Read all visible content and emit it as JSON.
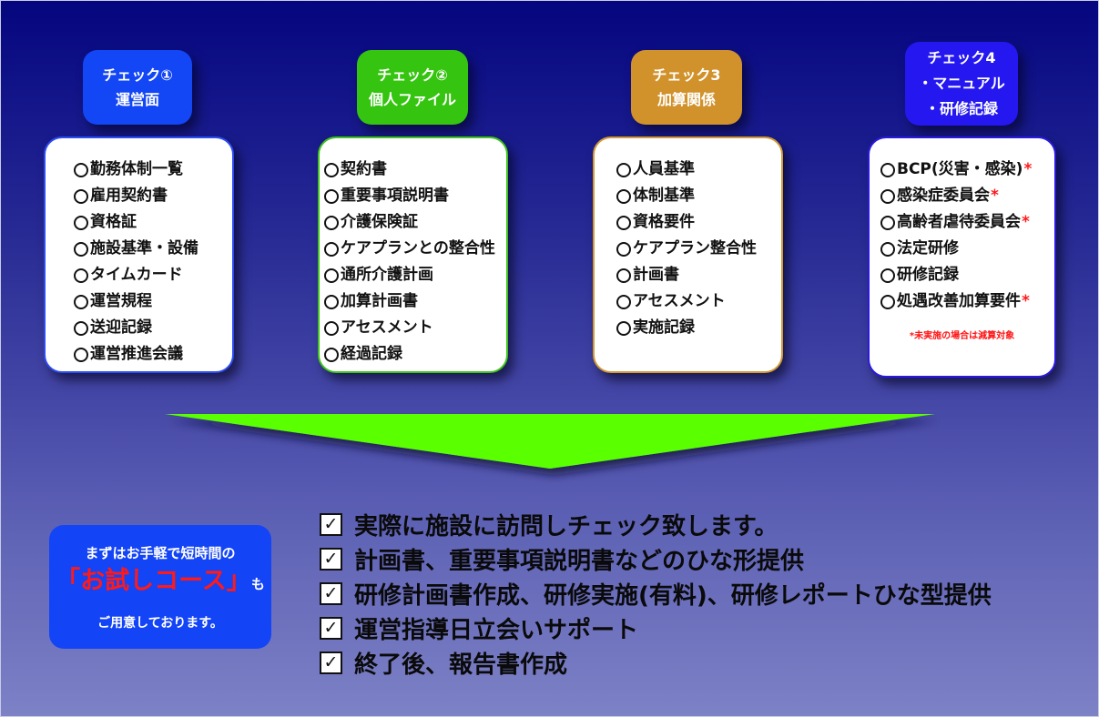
{
  "categories": [
    {
      "header_lines": [
        "チェック①",
        "運営面"
      ],
      "color": "#1346f5",
      "border_color": "#2d4cf2",
      "items": [
        {
          "label": "勤務体制一覧",
          "required": false
        },
        {
          "label": "雇用契約書",
          "required": false
        },
        {
          "label": "資格証",
          "required": false
        },
        {
          "label": "施設基準・設備",
          "required": false
        },
        {
          "label": "タイムカード",
          "required": false
        },
        {
          "label": "運営規程",
          "required": false
        },
        {
          "label": "送迎記録",
          "required": false
        },
        {
          "label": "運営推進会議",
          "required": false
        }
      ]
    },
    {
      "header_lines": [
        "チェック②",
        "個人ファイル"
      ],
      "color": "#35c40f",
      "border_color": "#3fc41b",
      "items": [
        {
          "label": "契約書",
          "required": false
        },
        {
          "label": "重要事項説明書",
          "required": false
        },
        {
          "label": "介護保険証",
          "required": false
        },
        {
          "label": "ケアプランとの整合性",
          "required": false
        },
        {
          "label": "通所介護計画",
          "required": false
        },
        {
          "label": "加算計画書",
          "required": false
        },
        {
          "label": "アセスメント",
          "required": false
        },
        {
          "label": "経過記録",
          "required": false
        }
      ]
    },
    {
      "header_lines": [
        "チェック3",
        "加算関係"
      ],
      "color": "#d1922c",
      "border_color": "#d29a35",
      "items": [
        {
          "label": "人員基準",
          "required": false
        },
        {
          "label": "体制基準",
          "required": false
        },
        {
          "label": "資格要件",
          "required": false
        },
        {
          "label": "ケアプラン整合性",
          "required": false
        },
        {
          "label": "計画書",
          "required": false
        },
        {
          "label": "アセスメント",
          "required": false
        },
        {
          "label": "実施記録",
          "required": false
        }
      ]
    },
    {
      "header_lines": [
        "チェック4",
        "・マニュアル",
        "・研修記録"
      ],
      "color": "#2417f0",
      "border_color": "#2a1ae0",
      "items": [
        {
          "label": "BCP(災害・感染)",
          "required": true
        },
        {
          "label": "感染症委員会",
          "required": true
        },
        {
          "label": "高齢者虐待委員会",
          "required": true
        },
        {
          "label": "法定研修",
          "required": false
        },
        {
          "label": "研修記録",
          "required": false
        },
        {
          "label": "処遇改善加算要件",
          "required": true
        }
      ],
      "note": "*未実施の場合は減算対象"
    }
  ],
  "item_bullet": "○",
  "required_marker": "*",
  "trial": {
    "line1": "まずはお手軽で短時間の",
    "highlight": "「お試しコース」",
    "suffix": "も",
    "line3": "ご用意しております。"
  },
  "services": [
    "実際に施設に訪問しチェック致します。",
    "計画書、重要事項説明書などのひな形提供",
    "研修計画書作成、研修実施(有料)、研修レポートひな型提供",
    "運営指導日立会いサポート",
    "終了後、報告書作成"
  ],
  "check_glyph": "✓",
  "colors": {
    "arrow": "#5aff00",
    "trial_bg": "#1344f6",
    "highlight": "#ff1a1a",
    "bg_top": "#05067f",
    "bg_bottom": "#7d81c5"
  }
}
